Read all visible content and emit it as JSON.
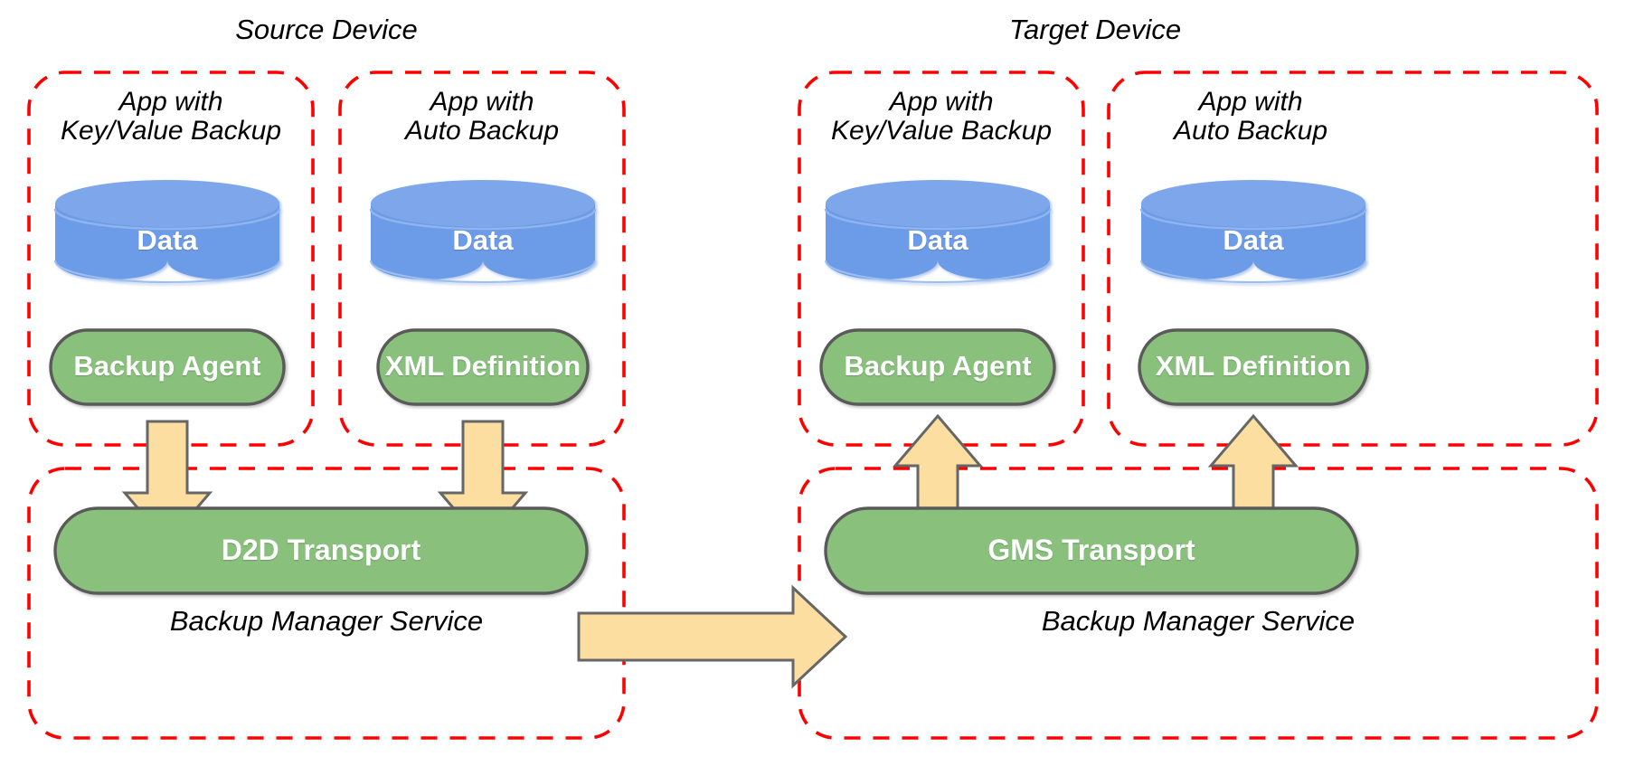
{
  "diagram": {
    "title_left": "Source Device",
    "title_right": "Target Device",
    "colors": {
      "dashed_border": "#FF0000",
      "cylinder_fill": "#6C9BE8",
      "cylinder_top": "#82AAEC",
      "node_fill": "#88C07B",
      "node_stroke": "#5A5A5A",
      "arrow_fill": "#FCDFA0",
      "arrow_stroke": "#666666",
      "text_dark": "#000000",
      "text_light": "#FFFFFF",
      "background": "#FFFFFF"
    }
  },
  "devices": [
    {
      "name": "Source Device",
      "apps": [
        {
          "title_line1": "App with",
          "title_line2": "Key/Value Backup",
          "data_label": "Data",
          "component_label": "Backup Agent"
        },
        {
          "title_line1": "App with",
          "title_line2": "Auto Backup",
          "data_label": "Data",
          "component_label": "XML Definition"
        }
      ],
      "service": {
        "transport_label": "D2D Transport",
        "service_label": "Backup Manager Service"
      }
    },
    {
      "name": "Target Device",
      "apps": [
        {
          "title_line1": "App with",
          "title_line2": "Key/Value Backup",
          "data_label": "Data",
          "component_label": "Backup Agent"
        },
        {
          "title_line1": "App with",
          "title_line2": "Auto Backup",
          "data_label": "Data",
          "component_label": "XML Definition"
        }
      ],
      "service": {
        "transport_label": "GMS Transport",
        "service_label": "Backup Manager Service"
      }
    }
  ],
  "arrows": [
    {
      "name": "source-kv-agent-to-d2d",
      "direction": "down"
    },
    {
      "name": "source-auto-xml-to-d2d",
      "direction": "down"
    },
    {
      "name": "d2d-to-gms-transfer",
      "direction": "right"
    },
    {
      "name": "gms-to-target-kv-agent",
      "direction": "up"
    },
    {
      "name": "gms-to-target-auto-xml",
      "direction": "up"
    }
  ]
}
